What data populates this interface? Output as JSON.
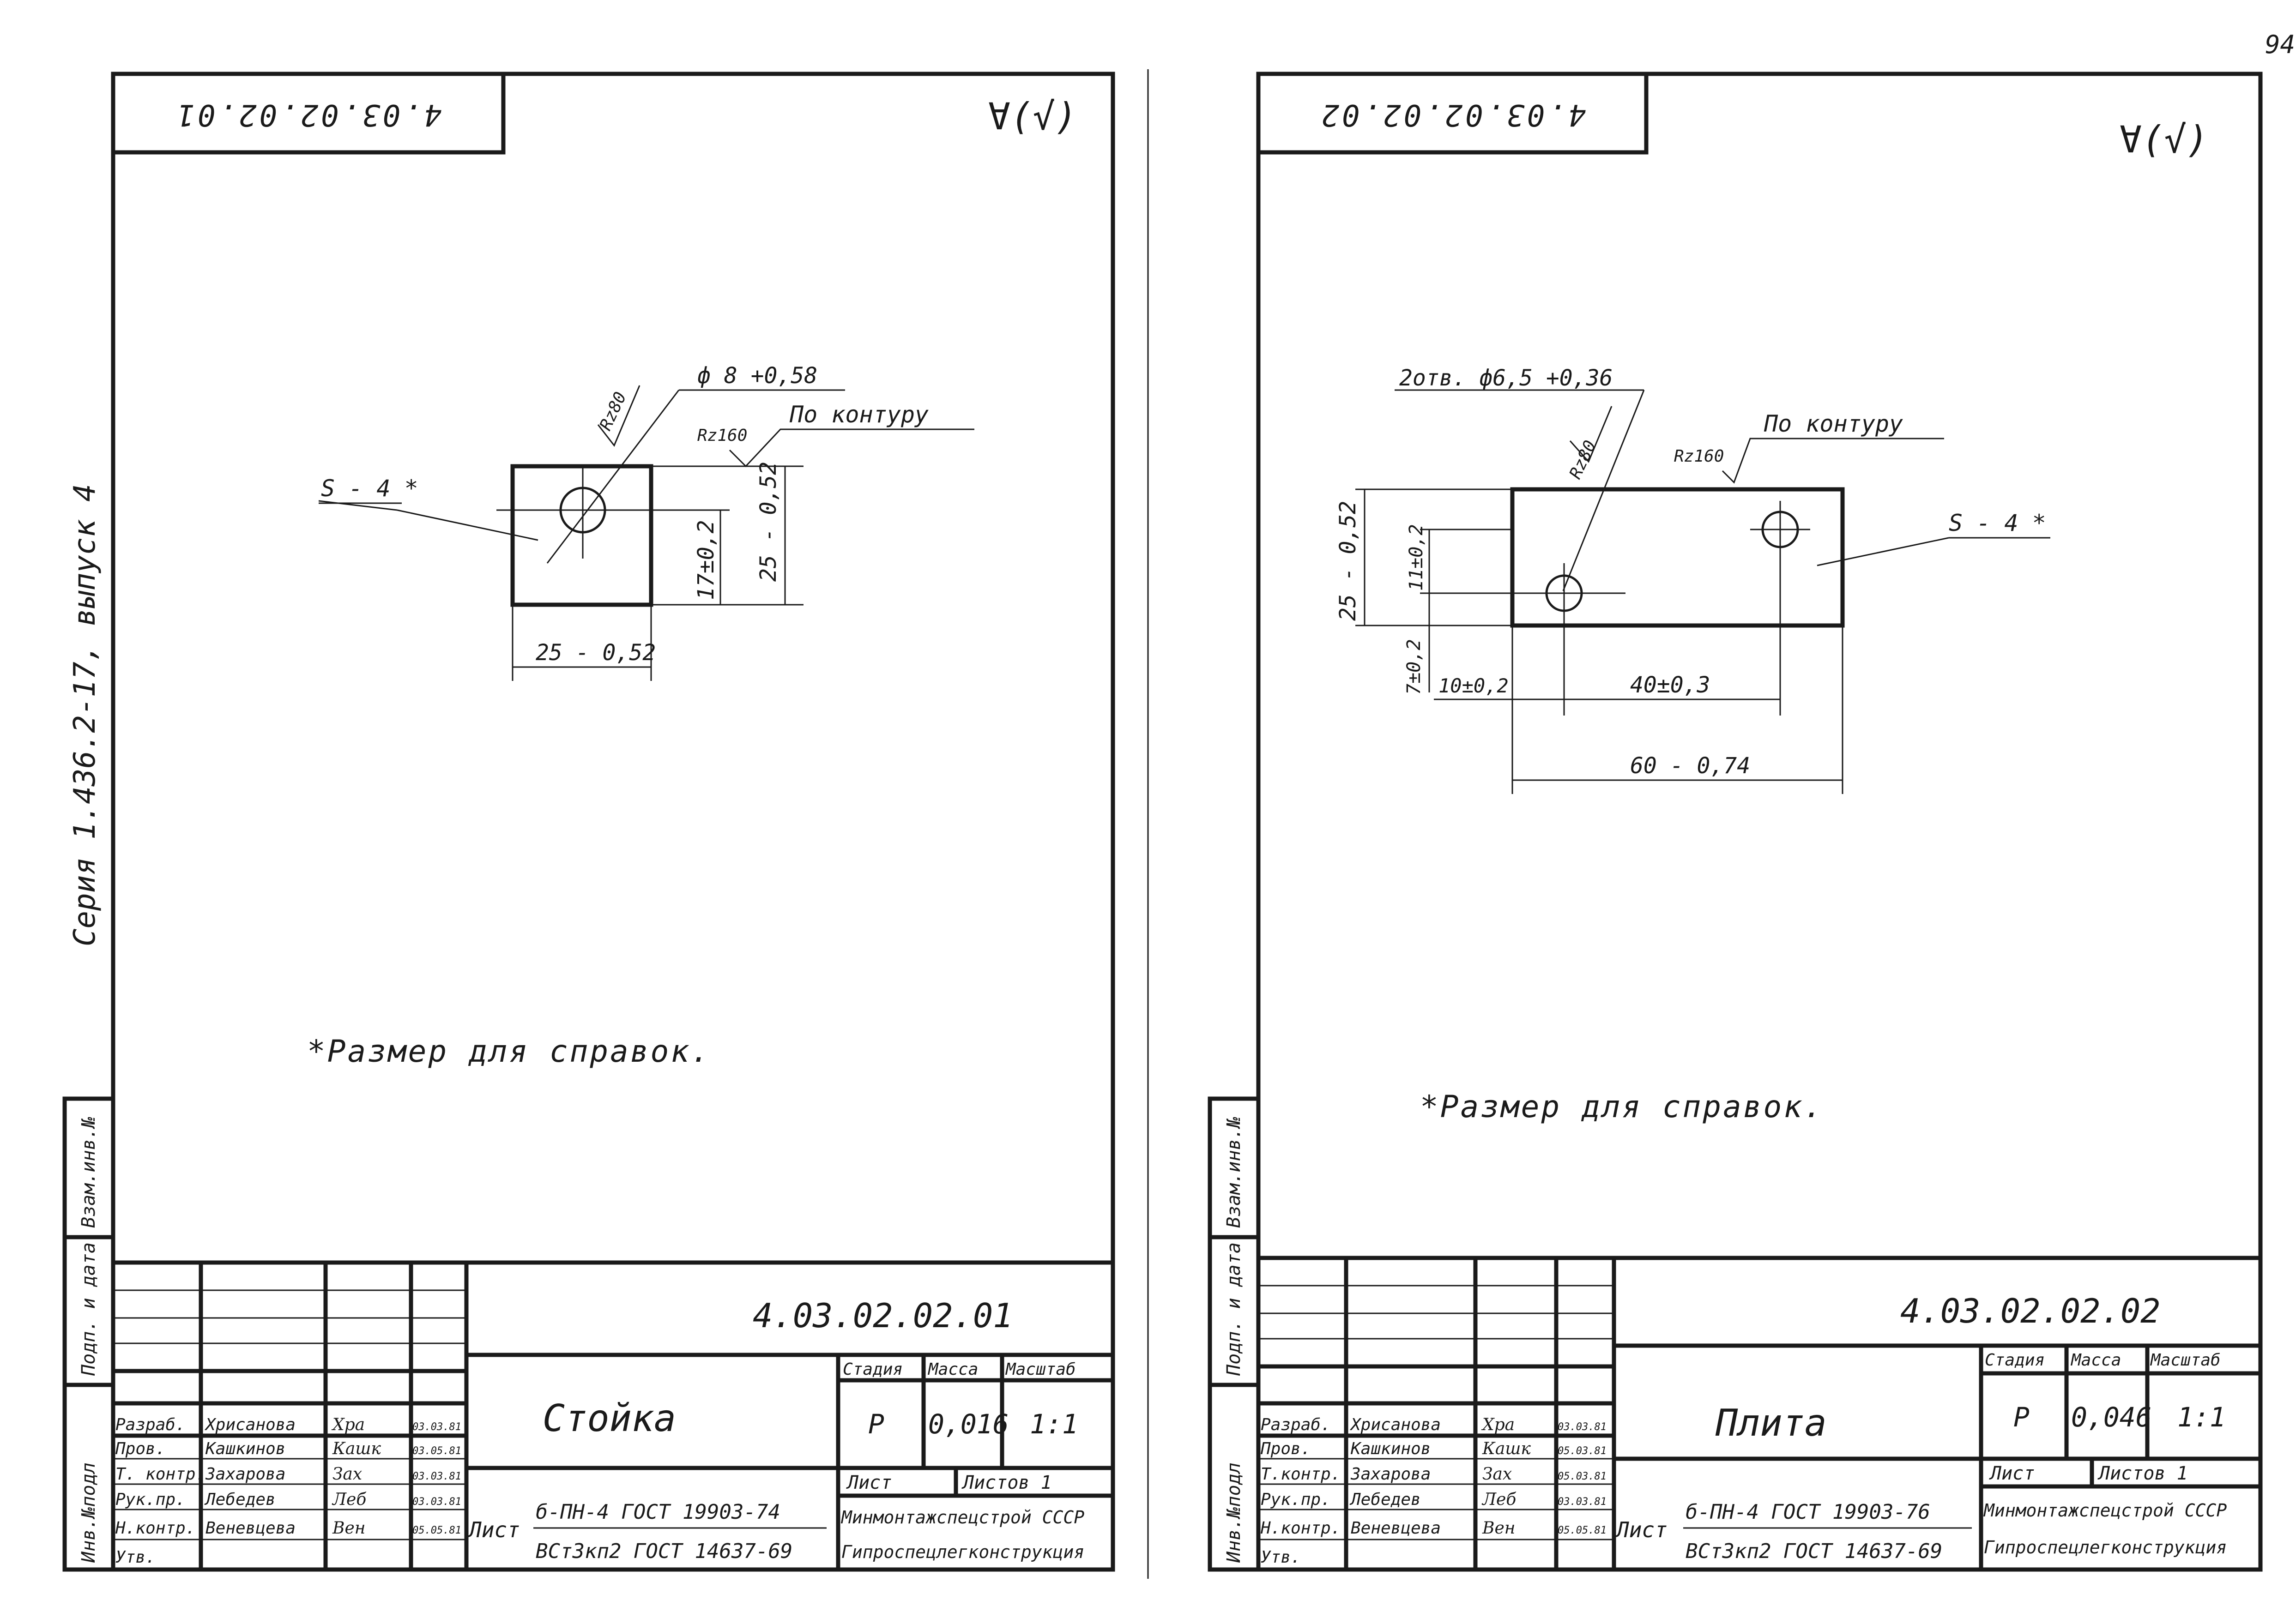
{
  "page_number": "94",
  "series_margin": "Серия 1.436.2-17, выпуск 4",
  "side_labels": [
    "Взам.инв.№",
    "Подп. и дата",
    "Инв.№подл"
  ],
  "sheets": [
    {
      "top_code": "4.03.02.02.01",
      "roughness_mark": "∀(√)",
      "dim_hole": "ф 8 +0,58",
      "rz80": "Rz80",
      "rz160": "Rz160",
      "contour": "По контуру",
      "s_label": "S - 4 *",
      "dim_width": "25 - 0,52",
      "dim_height": "25 - 0,52",
      "dim_hole_pos": "17±0,2",
      "note": "*Размер для справок.",
      "doc_code": "4.03.02.02.01",
      "title": "Стойка",
      "headers": {
        "stage": "Стадия",
        "mass": "Масса",
        "scale": "Масштаб"
      },
      "stage": "Р",
      "mass": "0,016",
      "scale": "1:1",
      "sheet_label": "Лист",
      "sheets_label": "Листов 1",
      "material_label": "Лист",
      "material_top": "б-ПН-4 ГОСТ 19903-74",
      "material_bottom": "ВСт3кп2 ГОСТ 14637-69",
      "org1": "Минмонтажспецстрой СССР",
      "org2": "Гипроспецлегконструкция",
      "people": [
        {
          "role": "Разраб.",
          "name": "Хрисанова",
          "sign": "Хра",
          "date": "03.03.81"
        },
        {
          "role": "Пров.",
          "name": "Кашкинов",
          "sign": "Кашк",
          "date": "03.05.81"
        },
        {
          "role": "Т. контр.",
          "name": "Захарова",
          "sign": "Зах",
          "date": "03.03.81"
        },
        {
          "role": "Рук.пр.",
          "name": "Лебедев",
          "sign": "Леб",
          "date": "03.03.81"
        },
        {
          "role": "Н.контр.",
          "name": "Веневцева",
          "sign": "Вен",
          "date": "05.05.81"
        },
        {
          "role": "Утв.",
          "name": "",
          "sign": "",
          "date": ""
        }
      ]
    },
    {
      "top_code": "4.03.02.02.02",
      "roughness_mark": "∀(√)",
      "dim_hole": "2отв. ф6,5 +0,36",
      "rz80": "Rz80",
      "rz160": "Rz160",
      "contour": "По контуру",
      "s_label": "S - 4 *",
      "dim_height": "25 - 0,52",
      "dim_hole_pos": "11±0,2",
      "dim_edge": "7±0,2",
      "dim_x1": "10±0,2",
      "dim_x2": "40±0,3",
      "dim_width": "60 - 0,74",
      "note": "*Размер для справок.",
      "doc_code": "4.03.02.02.02",
      "title": "Плита",
      "headers": {
        "stage": "Стадия",
        "mass": "Масса",
        "scale": "Масштаб"
      },
      "stage": "Р",
      "mass": "0,046",
      "scale": "1:1",
      "sheet_label": "Лист",
      "sheets_label": "Листов 1",
      "material_label": "Лист",
      "material_top": "б-ПН-4 ГОСТ 19903-76",
      "material_bottom": "ВСт3кп2 ГОСТ 14637-69",
      "org1": "Минмонтажспецстрой СССР",
      "org2": "Гипроспецлегконструкция",
      "people": [
        {
          "role": "Разраб.",
          "name": "Хрисанова",
          "sign": "Хра",
          "date": "03.03.81"
        },
        {
          "role": "Пров.",
          "name": "Кашкинов",
          "sign": "Кашк",
          "date": "05.03.81"
        },
        {
          "role": "Т.контр.",
          "name": "Захарова",
          "sign": "Зах",
          "date": "05.03.81"
        },
        {
          "role": "Рук.пр.",
          "name": "Лебедев",
          "sign": "Леб",
          "date": "03.03.81"
        },
        {
          "role": "Н.контр.",
          "name": "Веневцева",
          "sign": "Вен",
          "date": "05.05.81"
        },
        {
          "role": "Утв.",
          "name": "",
          "sign": "",
          "date": ""
        }
      ]
    }
  ]
}
